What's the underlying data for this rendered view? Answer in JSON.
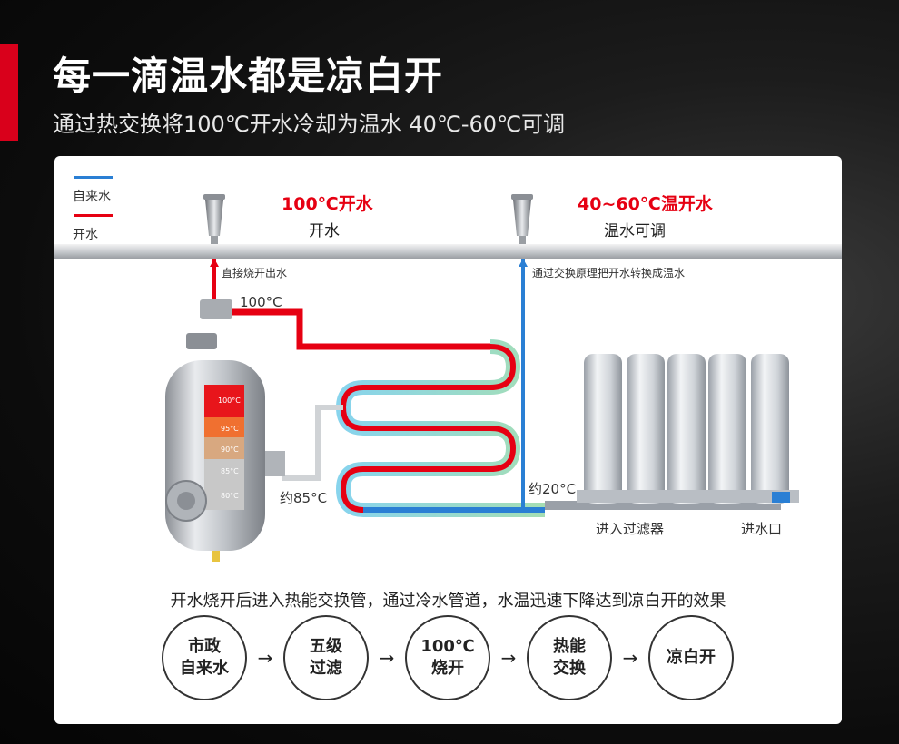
{
  "header": {
    "title": "每一滴温水都是凉白开",
    "subtitle": "通过热交换将100℃开水冷却为温水 40℃-60℃可调"
  },
  "legend": {
    "cold_label": "自来水",
    "hot_label": "开水",
    "cold_color": "#2a7fd4",
    "hot_color": "#e60012"
  },
  "outlets": {
    "left_title": "100℃开水",
    "left_sub": "开水",
    "right_title": "40~60℃温开水",
    "right_sub": "温水可调"
  },
  "annotations": {
    "direct_boil": "直接烧开出水",
    "exchange_note": "通过交换原理把开水转换成温水",
    "temp_100": "100°C",
    "temp_85": "约85°C",
    "temp_20": "约20°C",
    "filter_in": "进入过滤器",
    "water_inlet": "进水口"
  },
  "tank": {
    "levels": [
      "100°C",
      "95°C",
      "90°C",
      "85°C",
      "80°C"
    ],
    "level_colors": [
      "#e8151b",
      "#f07030",
      "#d8a880",
      "#c8c8c8",
      "#c8c8c8"
    ]
  },
  "caption": "开水烧开后进入热能交换管，通过冷水管道，水温迅速下降达到凉白开的效果",
  "steps": [
    {
      "line1": "市政",
      "line2": "自来水"
    },
    {
      "line1": "五级",
      "line2": "过滤"
    },
    {
      "line1": "100℃",
      "line2": "烧开"
    },
    {
      "line1": "热能",
      "line2": "交换"
    },
    {
      "line1": "凉白开",
      "line2": ""
    }
  ],
  "arrow_glyph": "→"
}
